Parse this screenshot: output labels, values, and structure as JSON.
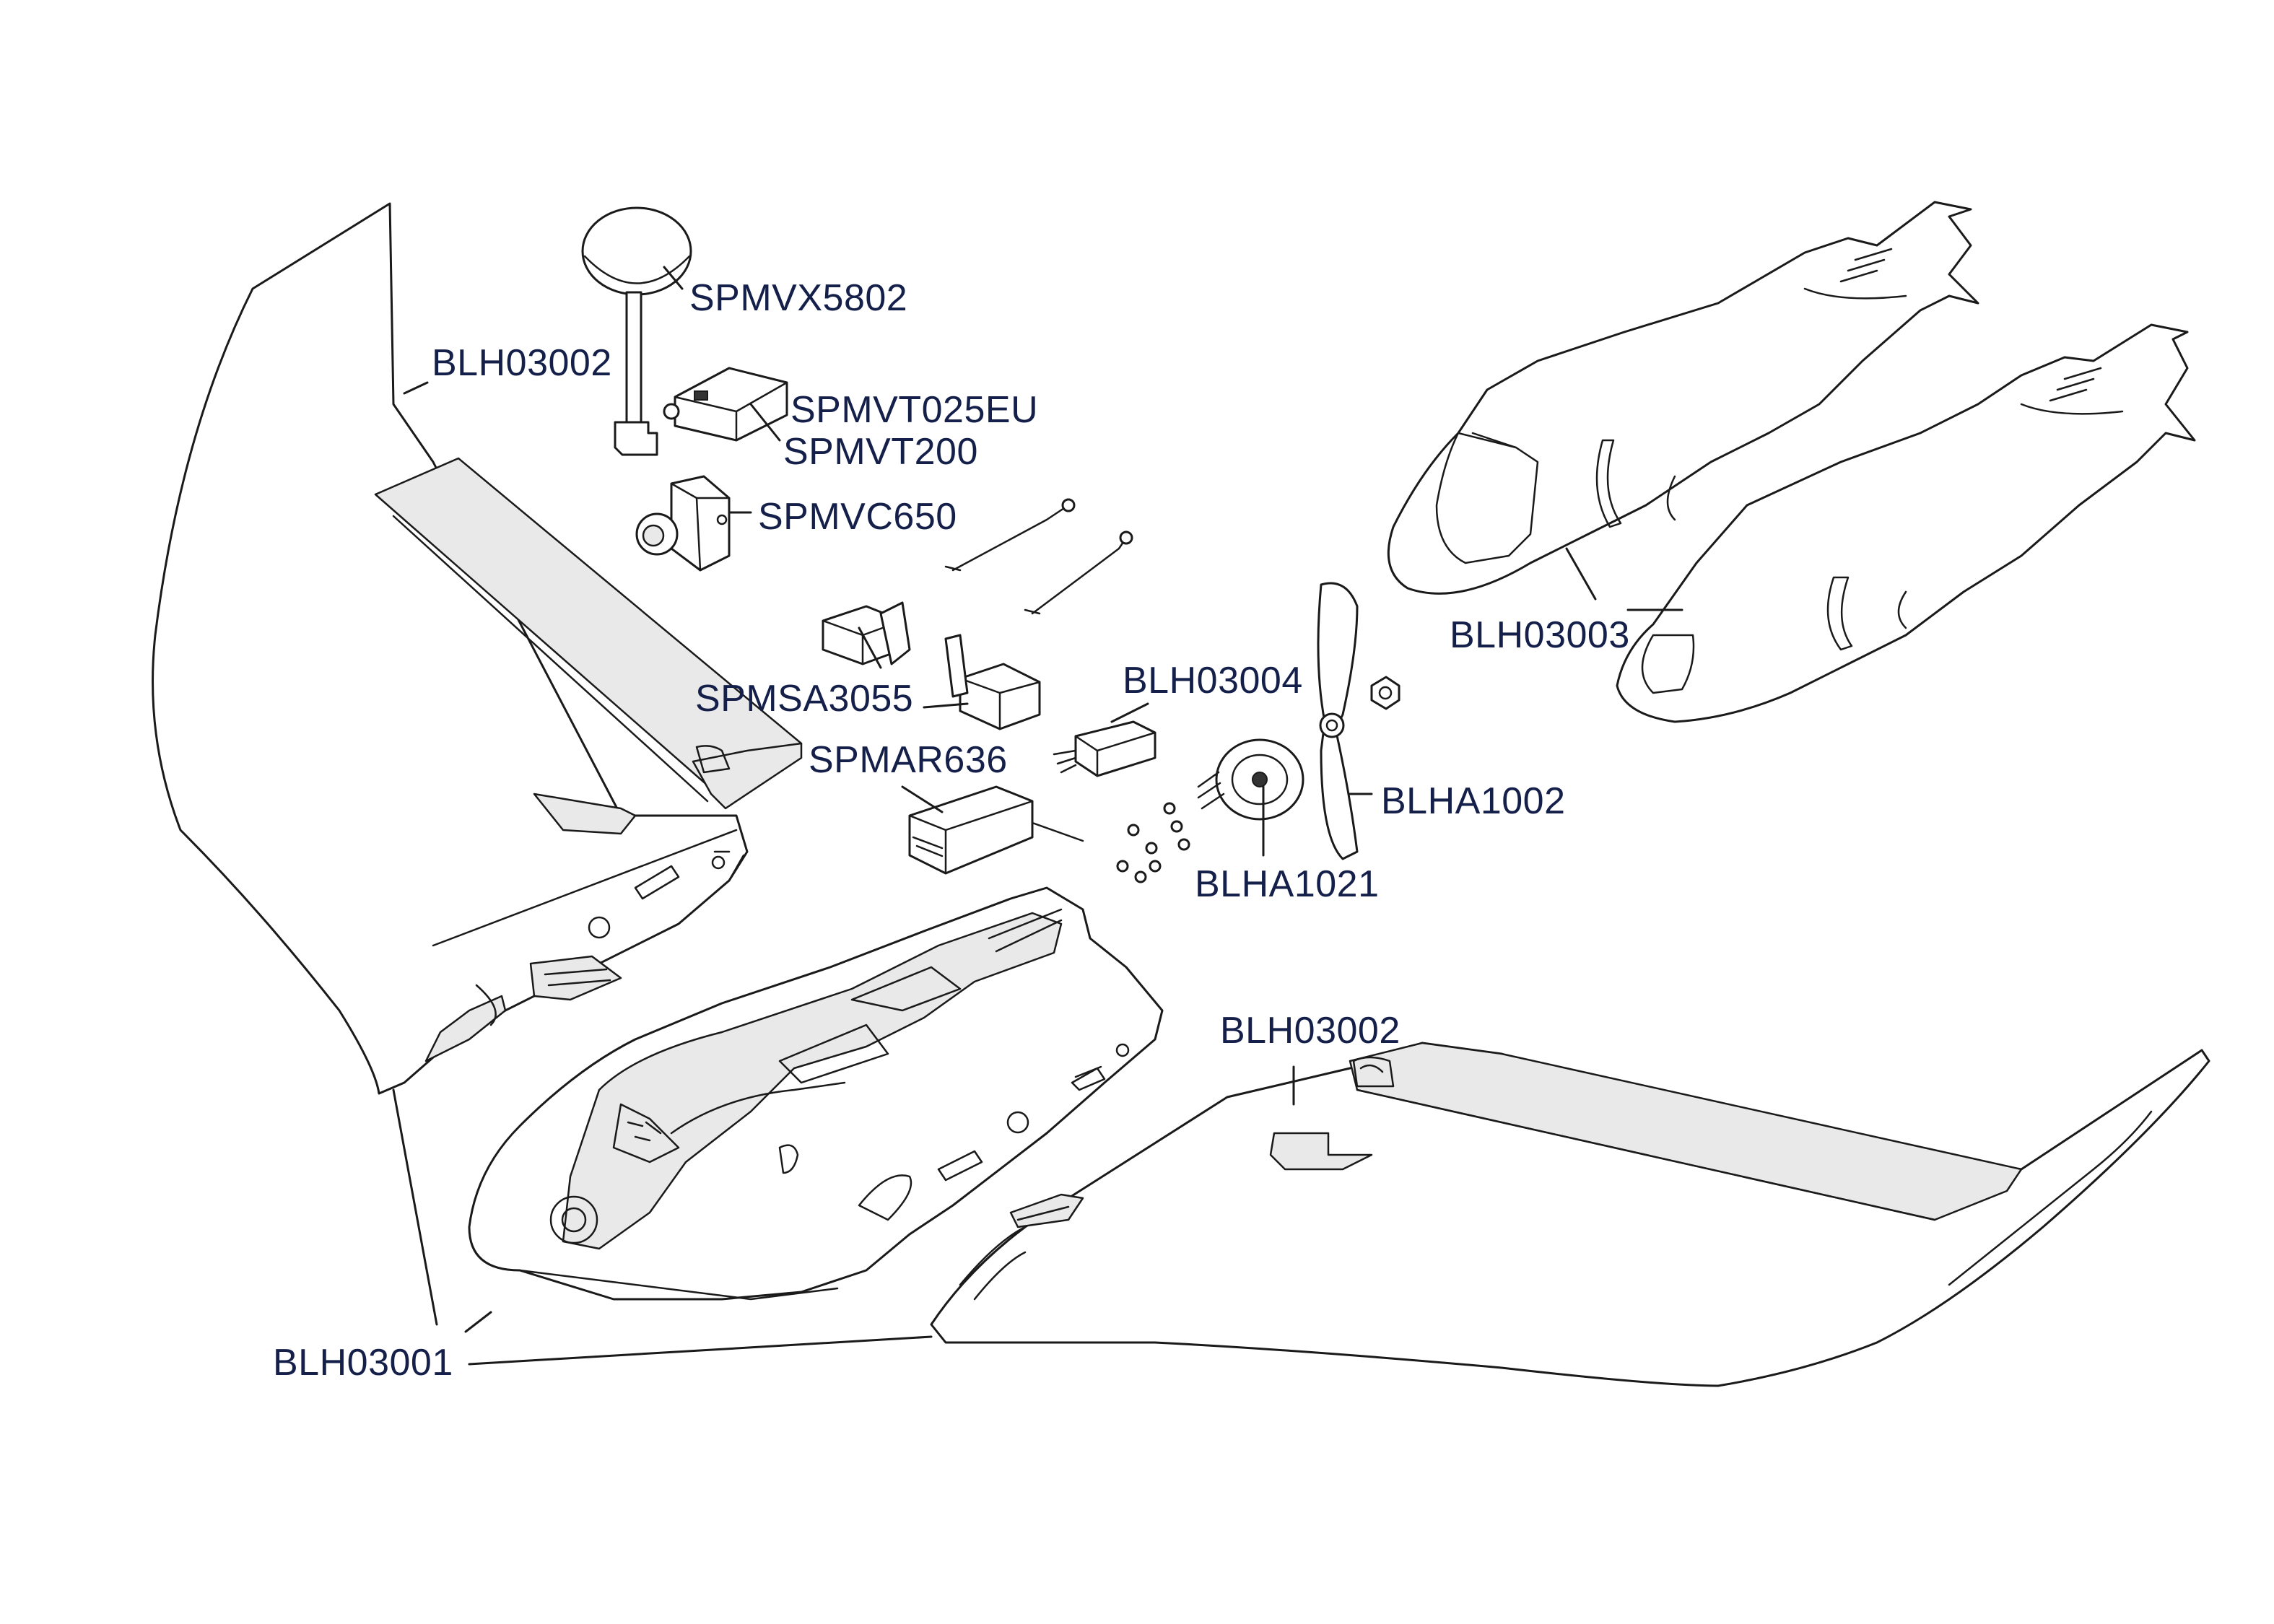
{
  "callouts": {
    "antenna": "SPMVX5802",
    "right_wing_top": "BLH03002",
    "transmitter_a": "SPMVT025EU",
    "transmitter_b": "SPMVT200",
    "camera": "SPMVC650",
    "servo": "SPMSA3055",
    "esc": "BLH03004",
    "receiver": "SPMAR636",
    "canopy": "BLH03003",
    "propeller": "BLHA1002",
    "motor": "BLHA1021",
    "left_wing_bottom": "BLH03002",
    "fuselage": "BLH03001"
  },
  "colors": {
    "callout_text": "#15204a",
    "line_art": "#1a1a1a",
    "background": "#ffffff"
  }
}
